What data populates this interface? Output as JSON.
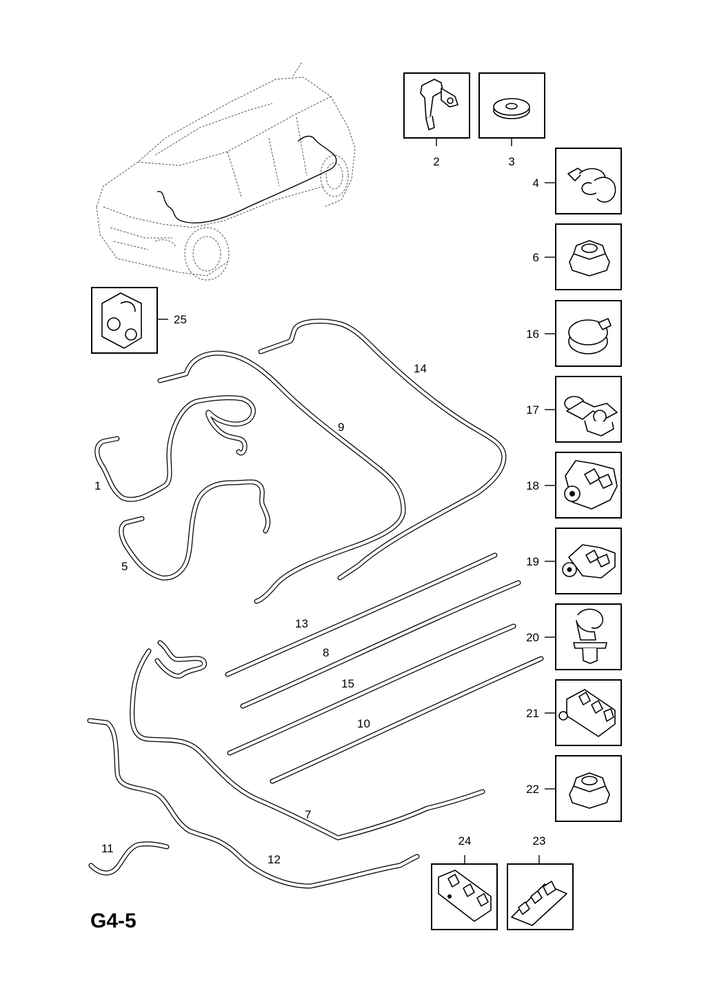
{
  "diagram_code": "G4-5",
  "callouts": {
    "p1": "1",
    "p2": "2",
    "p3": "3",
    "p4": "4",
    "p5": "5",
    "p6": "6",
    "p7": "7",
    "p8": "8",
    "p9": "9",
    "p10": "10",
    "p11": "11",
    "p12": "12",
    "p13": "13",
    "p14": "14",
    "p15": "15",
    "p16": "16",
    "p17": "17",
    "p18": "18",
    "p19": "19",
    "p20": "20",
    "p21": "21",
    "p22": "22",
    "p23": "23",
    "p24": "24",
    "p25": "25"
  },
  "icons": {
    "vehicle": "car-outline-icon",
    "bracket": "bracket-icon",
    "washer": "washer-icon",
    "clip": "clip-icon",
    "nut": "hex-nut-icon",
    "hose_clamp": "hose-clamp-icon",
    "line_holder": "line-holder-icon"
  }
}
